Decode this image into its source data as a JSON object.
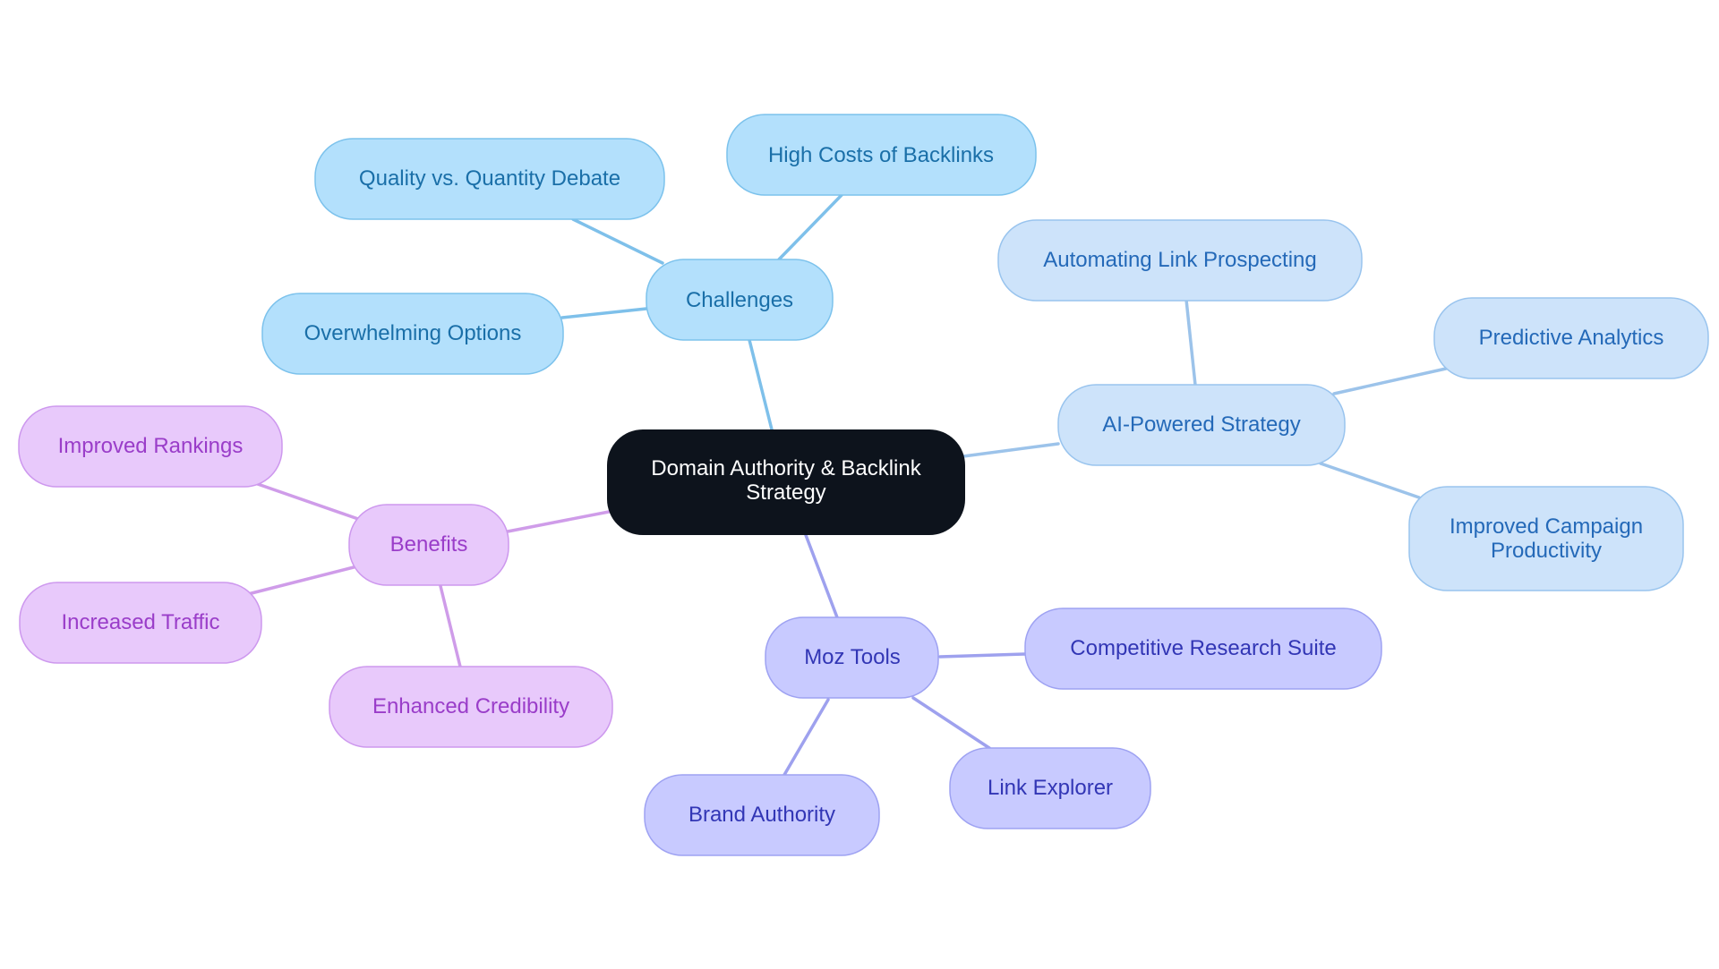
{
  "palette": {
    "root_fill": "#0d131c",
    "challenges": {
      "fill": "#b3e0fc",
      "stroke": "#7cc2ec",
      "text": "#1a6fa8",
      "line": "#7ec0ea"
    },
    "ai": {
      "fill": "#cde3fa",
      "stroke": "#99c4ee",
      "text": "#2469b8",
      "line": "#9cc3ea"
    },
    "moz": {
      "fill": "#c8caff",
      "stroke": "#9ea2f2",
      "text": "#3236b5",
      "line": "#9ea1ee"
    },
    "benefits": {
      "fill": "#e8c9fb",
      "stroke": "#cd98ee",
      "text": "#9a3dc9",
      "line": "#cf9ce9"
    }
  },
  "root": {
    "label_line1": "Domain Authority & Backlink",
    "label_line2": "Strategy"
  },
  "branches": {
    "challenges": {
      "label": "Challenges",
      "children": [
        "High Costs of Backlinks",
        "Quality vs. Quantity Debate",
        "Overwhelming Options"
      ]
    },
    "ai": {
      "label": "AI-Powered Strategy",
      "children": [
        "Automating Link Prospecting",
        "Predictive Analytics",
        "Improved Campaign",
        "Productivity"
      ]
    },
    "moz": {
      "label": "Moz Tools",
      "children": [
        "Competitive Research Suite",
        "Link Explorer",
        "Brand Authority"
      ]
    },
    "benefits": {
      "label": "Benefits",
      "children": [
        "Improved Rankings",
        "Increased Traffic",
        "Enhanced Credibility"
      ]
    }
  }
}
